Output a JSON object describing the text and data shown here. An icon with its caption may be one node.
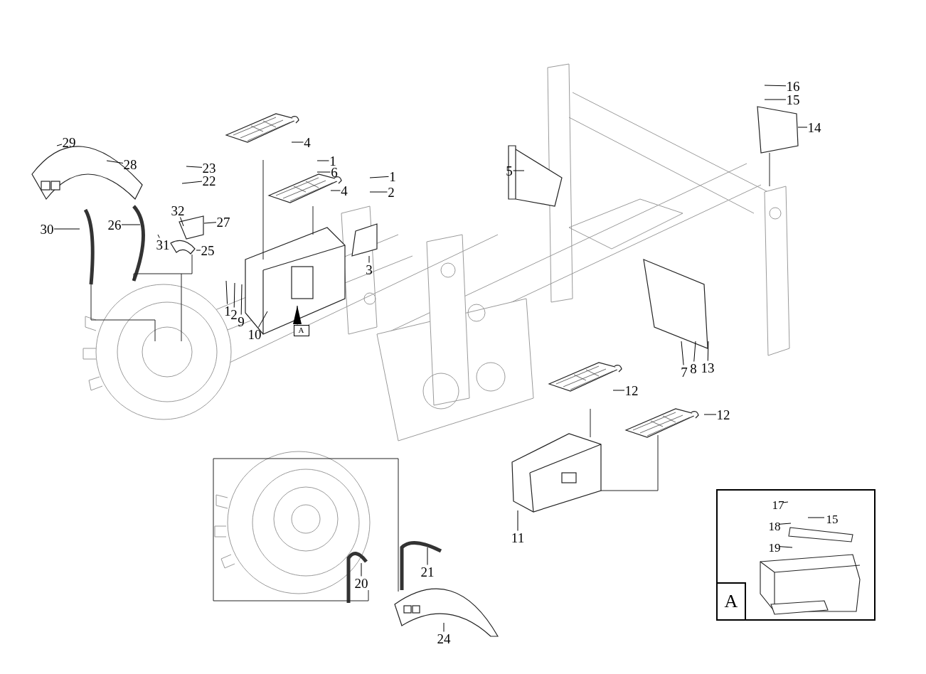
{
  "diagram": {
    "nodes": [
      {
        "text": [
          "29"
        ]
      },
      {
        "text": [
          "28"
        ]
      },
      {
        "text": [
          "30"
        ]
      },
      {
        "text": [
          "26"
        ]
      },
      {
        "text": [
          "23"
        ]
      },
      {
        "text": [
          "22"
        ]
      },
      {
        "text": [
          "32"
        ]
      },
      {
        "text": [
          "27"
        ]
      },
      {
        "text": [
          "31"
        ]
      },
      {
        "text": [
          "25"
        ]
      },
      {
        "text": [
          "4"
        ]
      },
      {
        "text": [
          "1"
        ]
      },
      {
        "text": [
          "6"
        ]
      },
      {
        "text": [
          "4"
        ]
      },
      {
        "text": [
          "1"
        ]
      },
      {
        "text": [
          "2"
        ]
      },
      {
        "text": [
          "3"
        ]
      },
      {
        "text": [
          "1"
        ]
      },
      {
        "text": [
          "9"
        ]
      },
      {
        "text": [
          "10"
        ]
      },
      {
        "text": [
          "A"
        ]
      },
      {
        "text": [
          "5"
        ]
      },
      {
        "text": [
          "16"
        ]
      },
      {
        "text": [
          "15"
        ]
      },
      {
        "text": [
          "14"
        ]
      },
      {
        "text": [
          "7"
        ]
      },
      {
        "text": [
          "8"
        ]
      },
      {
        "text": [
          "13"
        ]
      },
      {
        "text": [
          "12"
        ]
      },
      {
        "text": [
          "12"
        ]
      },
      {
        "text": [
          "11"
        ]
      },
      {
        "text": [
          "20"
        ]
      },
      {
        "text": [
          "21"
        ]
      },
      {
        "text": [
          "24"
        ]
      },
      {
        "text": [
          "A"
        ]
      },
      {
        "text": [
          "17"
        ],
        "in": 34
      },
      {
        "text": [
          "15"
        ],
        "in": 34
      },
      {
        "text": [
          "18"
        ],
        "in": 34
      },
      {
        "text": [
          "19"
        ],
        "in": 34
      },
      {
        "text": [
          "2"
        ]
      }
    ],
    "edges": [
      {
        "from": 0,
        "to": null,
        "arrow": "none"
      },
      {
        "from": 1,
        "to": null,
        "arrow": "none"
      },
      {
        "from": 2,
        "to": null,
        "arrow": "none"
      },
      {
        "from": 3,
        "to": null,
        "arrow": "none"
      },
      {
        "from": 4,
        "to": null,
        "arrow": "none"
      },
      {
        "from": 5,
        "to": null,
        "arrow": "none"
      },
      {
        "from": 6,
        "to": null,
        "arrow": "none"
      },
      {
        "from": 7,
        "to": null,
        "arrow": "none"
      },
      {
        "from": 8,
        "to": null,
        "arrow": "none"
      },
      {
        "from": 9,
        "to": null,
        "arrow": "none"
      },
      {
        "from": 10,
        "to": null,
        "arrow": "none"
      },
      {
        "from": 11,
        "to": null,
        "arrow": "none"
      },
      {
        "from": 12,
        "to": null,
        "arrow": "none"
      },
      {
        "from": 13,
        "to": null,
        "arrow": "none"
      },
      {
        "from": 14,
        "to": null,
        "arrow": "none"
      },
      {
        "from": 15,
        "to": null,
        "arrow": "none"
      },
      {
        "from": 16,
        "to": null,
        "arrow": "none"
      },
      {
        "from": 17,
        "to": null,
        "arrow": "none"
      },
      {
        "from": 18,
        "to": null,
        "arrow": "none"
      },
      {
        "from": 19,
        "to": null,
        "arrow": "none"
      },
      {
        "from": 20,
        "to": null,
        "arrow": "to"
      },
      {
        "from": 21,
        "to": null,
        "arrow": "none"
      },
      {
        "from": 22,
        "to": null,
        "arrow": "none"
      },
      {
        "from": 23,
        "to": null,
        "arrow": "none"
      },
      {
        "from": 24,
        "to": null,
        "arrow": "none"
      },
      {
        "from": 25,
        "to": null,
        "arrow": "none"
      },
      {
        "from": 26,
        "to": null,
        "arrow": "none"
      },
      {
        "from": 27,
        "to": null,
        "arrow": "none"
      },
      {
        "from": 28,
        "to": null,
        "arrow": "none"
      },
      {
        "from": 29,
        "to": null,
        "arrow": "none"
      },
      {
        "from": 30,
        "to": null,
        "arrow": "none"
      },
      {
        "from": 31,
        "to": null,
        "arrow": "none"
      },
      {
        "from": 32,
        "to": null,
        "arrow": "none"
      },
      {
        "from": 33,
        "to": null,
        "arrow": "none"
      },
      {
        "from": 35,
        "to": null,
        "arrow": "none"
      },
      {
        "from": 36,
        "to": null,
        "arrow": "none"
      },
      {
        "from": 37,
        "to": null,
        "arrow": "none"
      },
      {
        "from": 38,
        "to": null,
        "arrow": "none"
      },
      {
        "from": 39,
        "to": null,
        "arrow": "none"
      }
    ]
  }
}
